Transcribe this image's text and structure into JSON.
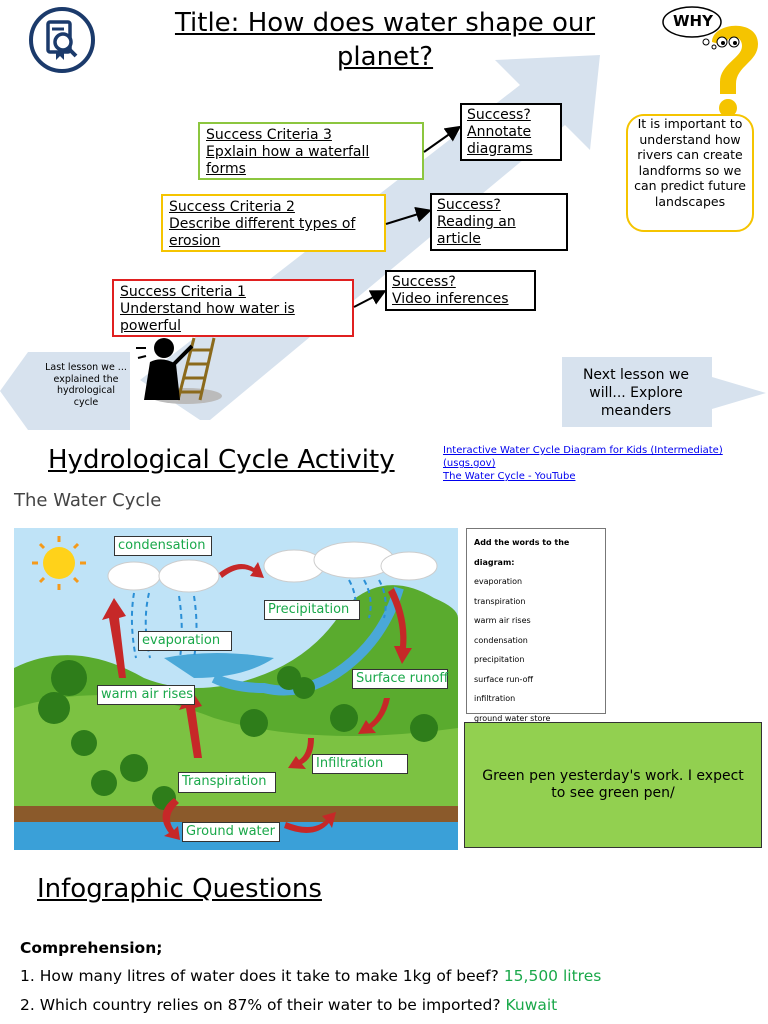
{
  "header": {
    "title_line1": "Title: How does water shape our",
    "title_line2": "planet?",
    "why_label": "WHY",
    "why_text": "It is important to understand how rivers can create landforms so we can predict future landscapes"
  },
  "criteria": [
    {
      "title": "Success Criteria 3",
      "line2": "Epxlain how a waterfall",
      "line3": "forms",
      "success1": "Success?",
      "success2": "Annotate",
      "success3": "diagrams",
      "color": "#8cc63f"
    },
    {
      "title": "Success Criteria 2",
      "line2": "Describe different types of",
      "line3": "erosion",
      "success1": "Success?",
      "success2": "Reading an",
      "success3": "article",
      "color": "#f5c400"
    },
    {
      "title": "Success Criteria 1",
      "line2": "Understand how water is",
      "line3": "powerful",
      "success1": "Success?",
      "success2": "Video inferences",
      "success3": "",
      "color": "#e02020"
    }
  ],
  "last_lesson": "Last lesson we ... explained the hydrological cycle",
  "next_lesson": "Next lesson we will... Explore meanders",
  "activity": {
    "heading": "Hydrological Cycle Activity",
    "links": [
      "Interactive Water Cycle Diagram for Kids (Intermediate) (usgs.gov)",
      "The Water Cycle - YouTube"
    ],
    "diagram_title": "The Water Cycle",
    "labels": {
      "condensation": "condensation",
      "precipitation": "Precipitation",
      "evaporation": "evaporation",
      "surface_runoff": "Surface runoff",
      "warm_air_rises": "warm air rises",
      "infiltration": "Infiltration",
      "transpiration": "Transpiration",
      "ground_water": "Ground water store"
    },
    "word_box": {
      "heading": "Add the words to the diagram:",
      "words": [
        "evaporation",
        "transpiration",
        "warm air rises",
        "condensation",
        "precipitation",
        "surface run-off",
        "infiltration",
        "ground water store"
      ]
    },
    "green_note": "Green pen yesterday's work. I expect to see green pen/"
  },
  "infographic": {
    "heading": "Infographic Questions",
    "section": "Comprehension;",
    "questions": [
      {
        "q": "1. How many litres of water does it take to make 1kg of beef?",
        "a": "15,500 litres"
      },
      {
        "q": "2. Which country relies on 87% of their water to be imported?",
        "a": "Kuwait"
      }
    ]
  },
  "colors": {
    "accent_navy": "#1b3a6b",
    "arrow_blue": "#d7e2ee",
    "answer_green": "#1aa84a",
    "note_green": "#92d050"
  }
}
